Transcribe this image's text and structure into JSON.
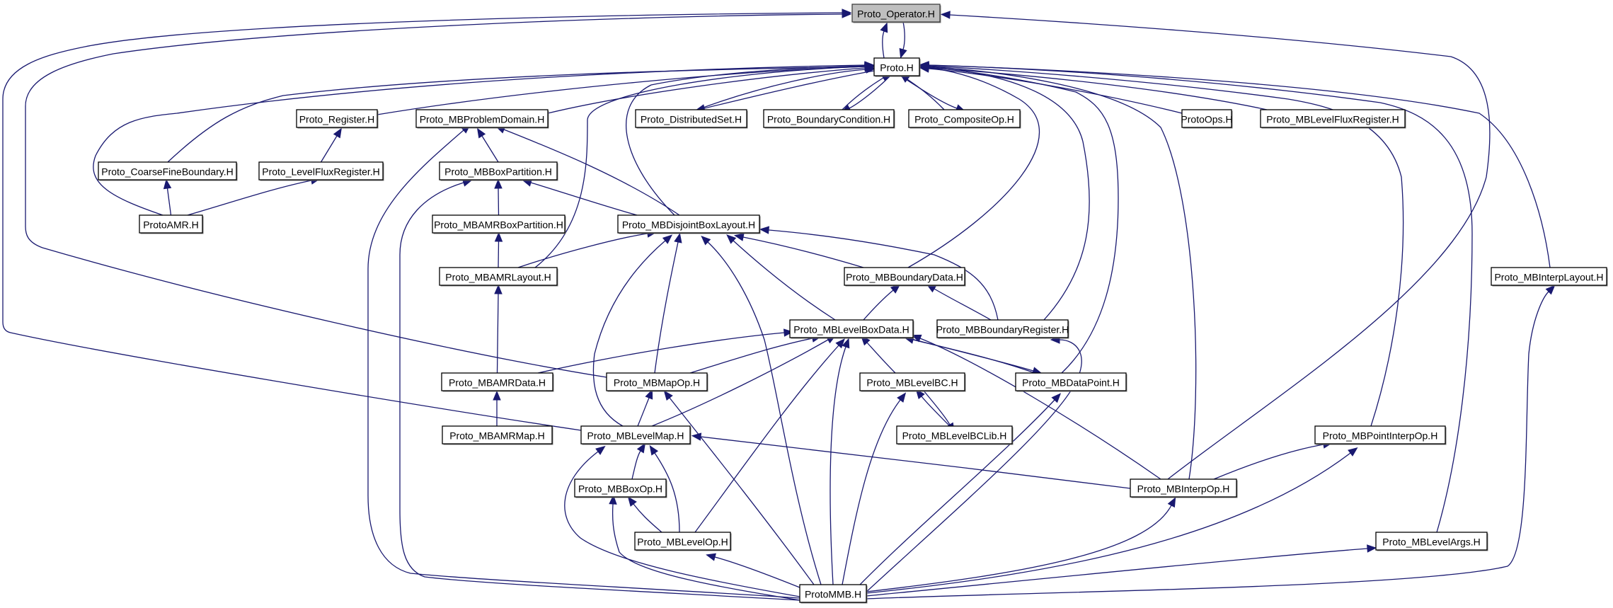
{
  "diagram": {
    "type": "include-dependency-graph",
    "highlighted_node": "Proto_Operator.H",
    "colors": {
      "edge": "#191970",
      "highlight_fill": "#bfbfbf",
      "node_fill": "#ffffff",
      "node_border": "#000000"
    },
    "nodes": [
      {
        "id": "operator",
        "label": "Proto_Operator.H"
      },
      {
        "id": "proto",
        "label": "Proto.H"
      },
      {
        "id": "register",
        "label": "Proto_Register.H"
      },
      {
        "id": "mbproblemdomain",
        "label": "Proto_MBProblemDomain.H"
      },
      {
        "id": "distributedset",
        "label": "Proto_DistributedSet.H"
      },
      {
        "id": "boundarycondition",
        "label": "Proto_BoundaryCondition.H"
      },
      {
        "id": "compositeop",
        "label": "Proto_CompositeOp.H"
      },
      {
        "id": "protoops",
        "label": "ProtoOps.H"
      },
      {
        "id": "mblevelfluxregister",
        "label": "Proto_MBLevelFluxRegister.H"
      },
      {
        "id": "coarsefineboundary",
        "label": "Proto_CoarseFineBoundary.H"
      },
      {
        "id": "levelfluxregister",
        "label": "Proto_LevelFluxRegister.H"
      },
      {
        "id": "mbboxpartition",
        "label": "Proto_MBBoxPartition.H"
      },
      {
        "id": "protoamr",
        "label": "ProtoAMR.H"
      },
      {
        "id": "mbamrboxpartition",
        "label": "Proto_MBAMRBoxPartition.H"
      },
      {
        "id": "mbdisjointboxlayout",
        "label": "Proto_MBDisjointBoxLayout.H"
      },
      {
        "id": "mbamrlayout",
        "label": "Proto_MBAMRLayout.H"
      },
      {
        "id": "mbboundarydata",
        "label": "Proto_MBBoundaryData.H"
      },
      {
        "id": "mbinterplayout",
        "label": "Proto_MBInterpLayout.H"
      },
      {
        "id": "mblevelboxdata",
        "label": "Proto_MBLevelBoxData.H"
      },
      {
        "id": "mbboundaryregister",
        "label": "Proto_MBBoundaryRegister.H"
      },
      {
        "id": "mbamrdata",
        "label": "Proto_MBAMRData.H"
      },
      {
        "id": "mbmapop",
        "label": "Proto_MBMapOp.H"
      },
      {
        "id": "mblevelbc",
        "label": "Proto_MBLevelBC.H"
      },
      {
        "id": "mbdatapoint",
        "label": "Proto_MBDataPoint.H"
      },
      {
        "id": "mbamrmap",
        "label": "Proto_MBAMRMap.H"
      },
      {
        "id": "mblevelmap",
        "label": "Proto_MBLevelMap.H"
      },
      {
        "id": "mblevelbclib",
        "label": "Proto_MBLevelBCLib.H"
      },
      {
        "id": "mbpointinterpop",
        "label": "Proto_MBPointInterpOp.H"
      },
      {
        "id": "mbboxop",
        "label": "Proto_MBBoxOp.H"
      },
      {
        "id": "mbinterpop",
        "label": "Proto_MBInterpOp.H"
      },
      {
        "id": "mblevelop",
        "label": "Proto_MBLevelOp.H"
      },
      {
        "id": "mblevelargs",
        "label": "Proto_MBLevelArgs.H"
      },
      {
        "id": "protommb",
        "label": "ProtoMMB.H"
      }
    ],
    "edges": [
      {
        "from": "proto",
        "to": "operator"
      },
      {
        "from": "operator",
        "to": "proto"
      },
      {
        "from": "mblevelmap",
        "to": "operator"
      },
      {
        "from": "mbmapop",
        "to": "operator"
      },
      {
        "from": "mbinterpop",
        "to": "operator"
      },
      {
        "from": "register",
        "to": "proto"
      },
      {
        "from": "mbproblemdomain",
        "to": "proto"
      },
      {
        "from": "distributedset",
        "to": "proto"
      },
      {
        "from": "proto",
        "to": "distributedset"
      },
      {
        "from": "boundarycondition",
        "to": "proto"
      },
      {
        "from": "proto",
        "to": "boundarycondition"
      },
      {
        "from": "compositeop",
        "to": "proto"
      },
      {
        "from": "proto",
        "to": "compositeop"
      },
      {
        "from": "protoops",
        "to": "proto"
      },
      {
        "from": "mblevelfluxregister",
        "to": "proto"
      },
      {
        "from": "coarsefineboundary",
        "to": "proto"
      },
      {
        "from": "protoamr",
        "to": "proto"
      },
      {
        "from": "mbdisjointboxlayout",
        "to": "proto"
      },
      {
        "from": "mbamrlayout",
        "to": "proto"
      },
      {
        "from": "mbboundarydata",
        "to": "proto"
      },
      {
        "from": "mbboundaryregister",
        "to": "proto"
      },
      {
        "from": "mbdatapoint",
        "to": "proto"
      },
      {
        "from": "mbinterpop",
        "to": "proto"
      },
      {
        "from": "mbpointinterpop",
        "to": "proto"
      },
      {
        "from": "mblevelargs",
        "to": "proto"
      },
      {
        "from": "mbinterplayout",
        "to": "proto"
      },
      {
        "from": "levelfluxregister",
        "to": "register"
      },
      {
        "from": "protoamr",
        "to": "coarsefineboundary"
      },
      {
        "from": "protoamr",
        "to": "levelfluxregister"
      },
      {
        "from": "mbboxpartition",
        "to": "mbproblemdomain"
      },
      {
        "from": "mbdisjointboxlayout",
        "to": "mbproblemdomain"
      },
      {
        "from": "protommb",
        "to": "mbproblemdomain"
      },
      {
        "from": "mbamrboxpartition",
        "to": "mbboxpartition"
      },
      {
        "from": "mbdisjointboxlayout",
        "to": "mbboxpartition"
      },
      {
        "from": "protommb",
        "to": "mbboxpartition"
      },
      {
        "from": "mbamrlayout",
        "to": "mbamrboxpartition"
      },
      {
        "from": "mbamrlayout",
        "to": "mbdisjointboxlayout"
      },
      {
        "from": "mbboundarydata",
        "to": "mbdisjointboxlayout"
      },
      {
        "from": "mbboundaryregister",
        "to": "mbdisjointboxlayout"
      },
      {
        "from": "mblevelboxdata",
        "to": "mbdisjointboxlayout"
      },
      {
        "from": "mbmapop",
        "to": "mbdisjointboxlayout"
      },
      {
        "from": "mblevelmap",
        "to": "mbdisjointboxlayout"
      },
      {
        "from": "protommb",
        "to": "mbdisjointboxlayout"
      },
      {
        "from": "mbamrdata",
        "to": "mbamrlayout"
      },
      {
        "from": "mblevelboxdata",
        "to": "mbboundarydata"
      },
      {
        "from": "mbboundaryregister",
        "to": "mbboundarydata"
      },
      {
        "from": "protommb",
        "to": "mbboundaryregister"
      },
      {
        "from": "mbamrdata",
        "to": "mblevelboxdata"
      },
      {
        "from": "mbmapop",
        "to": "mblevelboxdata"
      },
      {
        "from": "mblevelmap",
        "to": "mblevelboxdata"
      },
      {
        "from": "mblevelbc",
        "to": "mblevelboxdata"
      },
      {
        "from": "mbdatapoint",
        "to": "mblevelboxdata"
      },
      {
        "from": "mblevelboxdata",
        "to": "mbdatapoint"
      },
      {
        "from": "mbinterpop",
        "to": "mblevelboxdata"
      },
      {
        "from": "mblevelop",
        "to": "mblevelboxdata"
      },
      {
        "from": "protommb",
        "to": "mblevelboxdata"
      },
      {
        "from": "mbamrmap",
        "to": "mbamrdata"
      },
      {
        "from": "mblevelmap",
        "to": "mbmapop"
      },
      {
        "from": "protommb",
        "to": "mbmapop"
      },
      {
        "from": "mblevelbclib",
        "to": "mblevelbc"
      },
      {
        "from": "mblevelbc",
        "to": "mblevelbclib"
      },
      {
        "from": "protommb",
        "to": "mblevelbc"
      },
      {
        "from": "protommb",
        "to": "mbdatapoint"
      },
      {
        "from": "mbboxop",
        "to": "mblevelmap"
      },
      {
        "from": "mblevelop",
        "to": "mblevelmap"
      },
      {
        "from": "mbinterpop",
        "to": "mblevelmap"
      },
      {
        "from": "protommb",
        "to": "mblevelmap"
      },
      {
        "from": "mbinterpop",
        "to": "mbpointinterpop"
      },
      {
        "from": "protommb",
        "to": "mbpointinterpop"
      },
      {
        "from": "mblevelop",
        "to": "mbboxop"
      },
      {
        "from": "protommb",
        "to": "mbboxop"
      },
      {
        "from": "protommb",
        "to": "mbinterpop"
      },
      {
        "from": "protommb",
        "to": "mblevelop"
      },
      {
        "from": "protommb",
        "to": "mblevelargs"
      },
      {
        "from": "protommb",
        "to": "mbinterplayout"
      }
    ]
  }
}
